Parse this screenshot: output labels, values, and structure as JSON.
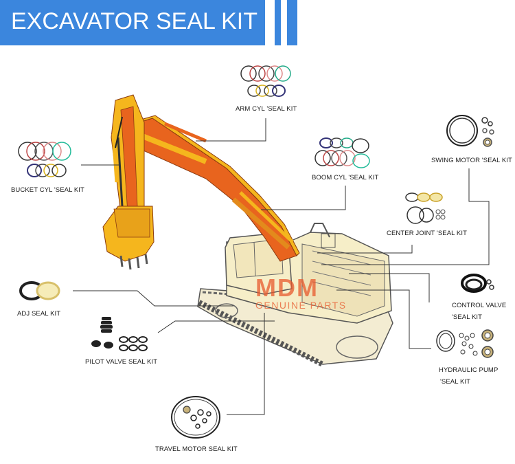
{
  "header": {
    "title": "EXCAVATOR SEAL KIT",
    "color": "#3b86dd"
  },
  "labels": {
    "arm": "ARM CYL 'SEAL KIT",
    "bucket": "BUCKET CYL 'SEAL KIT",
    "boom": "BOOM CYL 'SEAL KIT",
    "swing": "SWING MOTOR 'SEAL KIT",
    "center": "CENTER JOINT 'SEAL KIT",
    "adj": "ADJ SEAL KIT",
    "control_1": "CONTROL VALVE",
    "control_2": "'SEAL KIT",
    "pilot": "PILOT VALVE SEAL KIT",
    "pump_1": "HYDRAULIC PUMP",
    "pump_2": "'SEAL KIT",
    "travel": "TRAVEL MOTOR SEAL KIT"
  },
  "watermark": {
    "logo": "MDM",
    "tagline": "GENUINE PARTS"
  },
  "colors": {
    "boom_yellow": "#f5b61d",
    "boom_orange": "#e8641e",
    "cab_cream": "#f6eec8",
    "line": "#333333"
  }
}
